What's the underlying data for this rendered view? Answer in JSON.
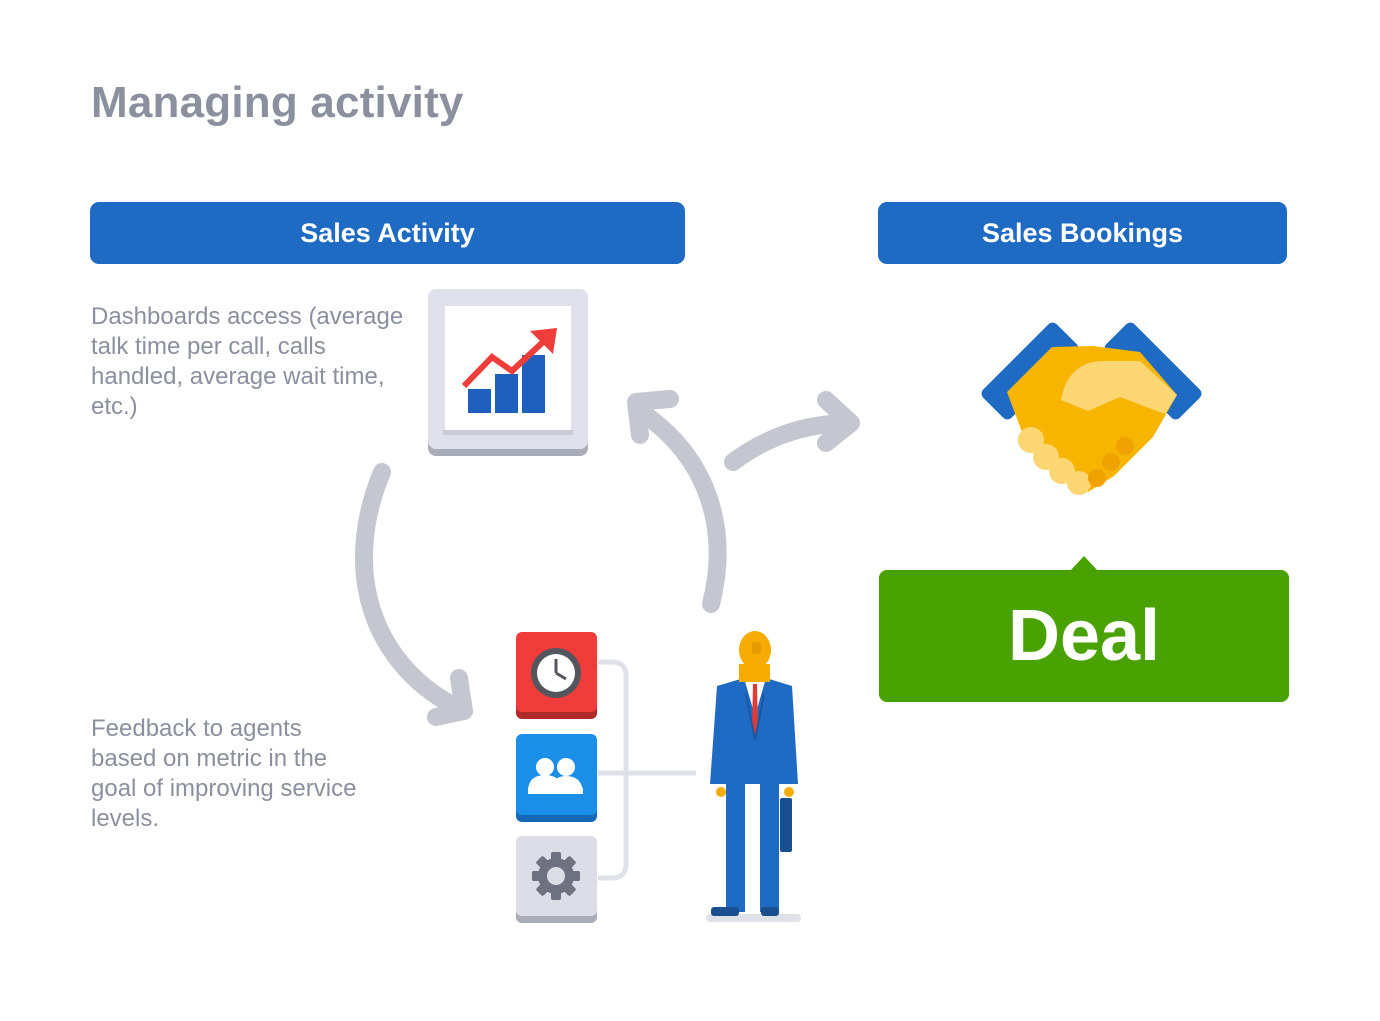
{
  "title": "Managing activity",
  "headers": {
    "sales_activity": "Sales Activity",
    "sales_bookings": "Sales Bookings"
  },
  "notes": {
    "dashboards": "Dashboards access (average talk time per call, calls handled, average wait time, etc.)",
    "feedback": "Feedback to agents based on metric in the goal of improving service levels."
  },
  "deal_label": "Deal",
  "icons": [
    "chart-growth-icon",
    "clock-icon",
    "users-icon",
    "gear-icon",
    "agent-figure",
    "handshake-icon"
  ],
  "colors": {
    "header_blue": "#1f6bc4",
    "deal_green": "#4aa202",
    "arrow_gray": "#c4c7d0",
    "text_gray": "#8b909e",
    "clock_red": "#f03c3a",
    "users_blue": "#1b8ee8",
    "gear_tile": "#dcdde6",
    "handshake_yellow": "#f7b500"
  }
}
